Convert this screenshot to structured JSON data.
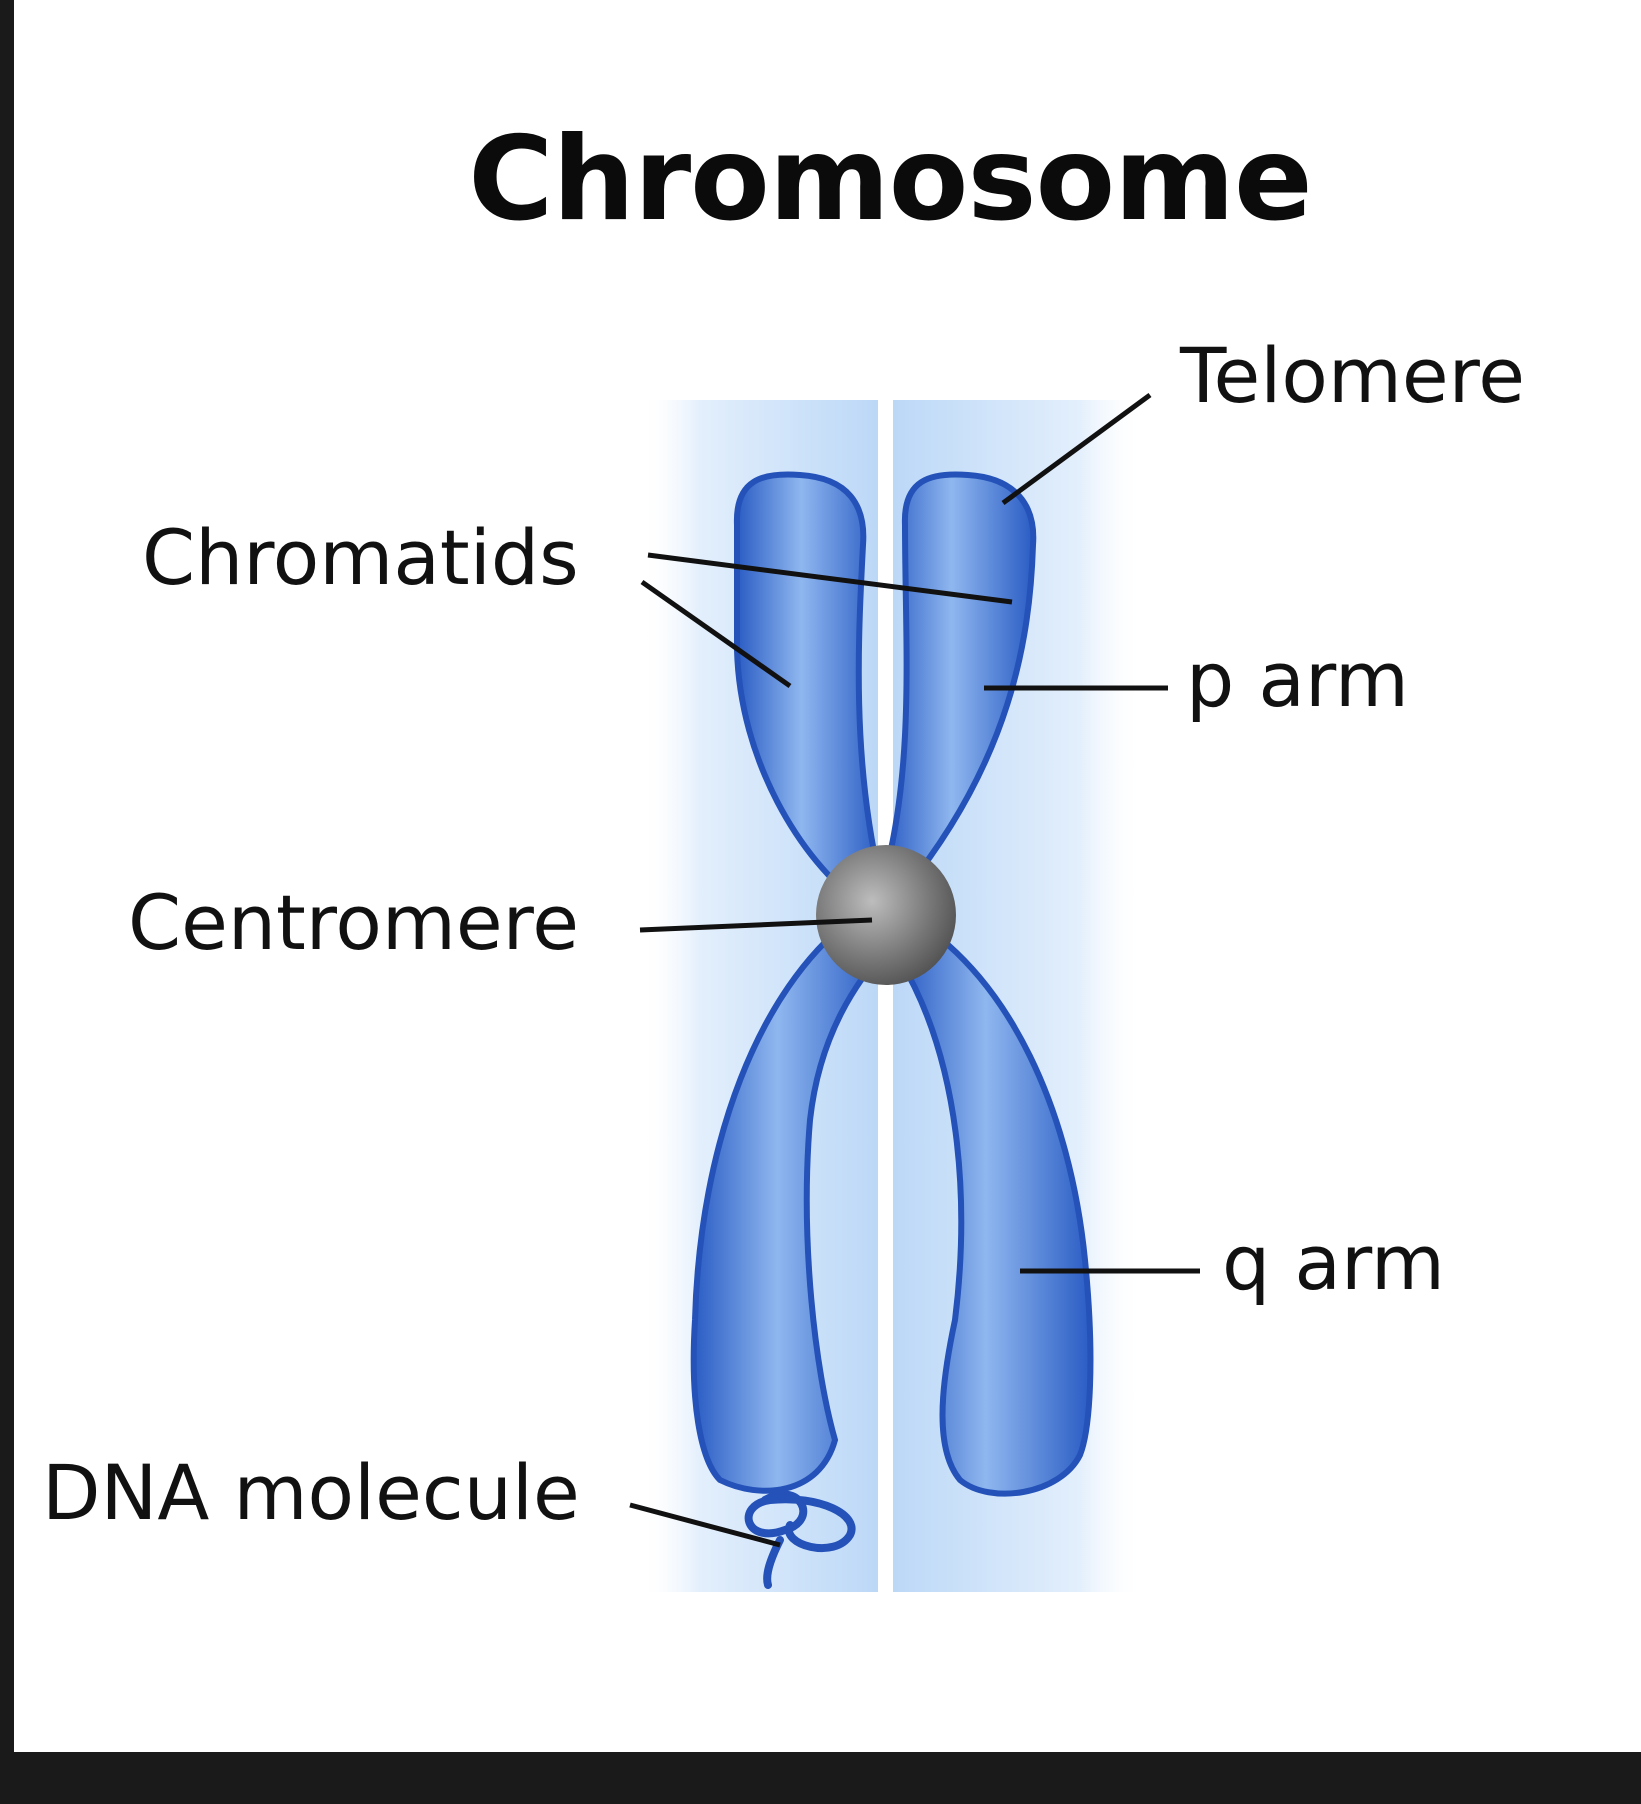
{
  "title": "Chromosome",
  "labels": {
    "telomere": "Telomere",
    "chromatids": "Chromatids",
    "p_arm": "p arm",
    "centromere": "Centromere",
    "q_arm": "q arm",
    "dna_molecule": "DNA molecule"
  },
  "colors": {
    "chromatid": "#2d62c8",
    "chromatid_highlight": "#9cc2f3",
    "centromere": "#6b6b6b",
    "background_panel": "#cfe4fa"
  }
}
